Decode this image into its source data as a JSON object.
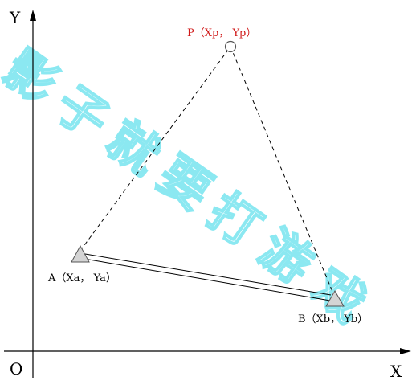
{
  "axes": {
    "y_label": "Y",
    "x_label": "X",
    "origin_label": "O"
  },
  "points": {
    "p_label": "P（Xp， Yp）",
    "a_label": "A（Xa， Ya）",
    "b_label": "B（Xb， Yb）"
  },
  "watermark": {
    "chars": [
      "影",
      "子",
      "就",
      "要",
      "打",
      "游",
      "戏"
    ]
  },
  "colors": {
    "line": "#000000",
    "marker_fill": "#d4d4d4",
    "p_label": "#d01818",
    "watermark": "#7fe6f0",
    "background": "#ffffff"
  },
  "icons": {
    "point_p": "circle",
    "point_a": "triangle",
    "point_b": "triangle"
  }
}
